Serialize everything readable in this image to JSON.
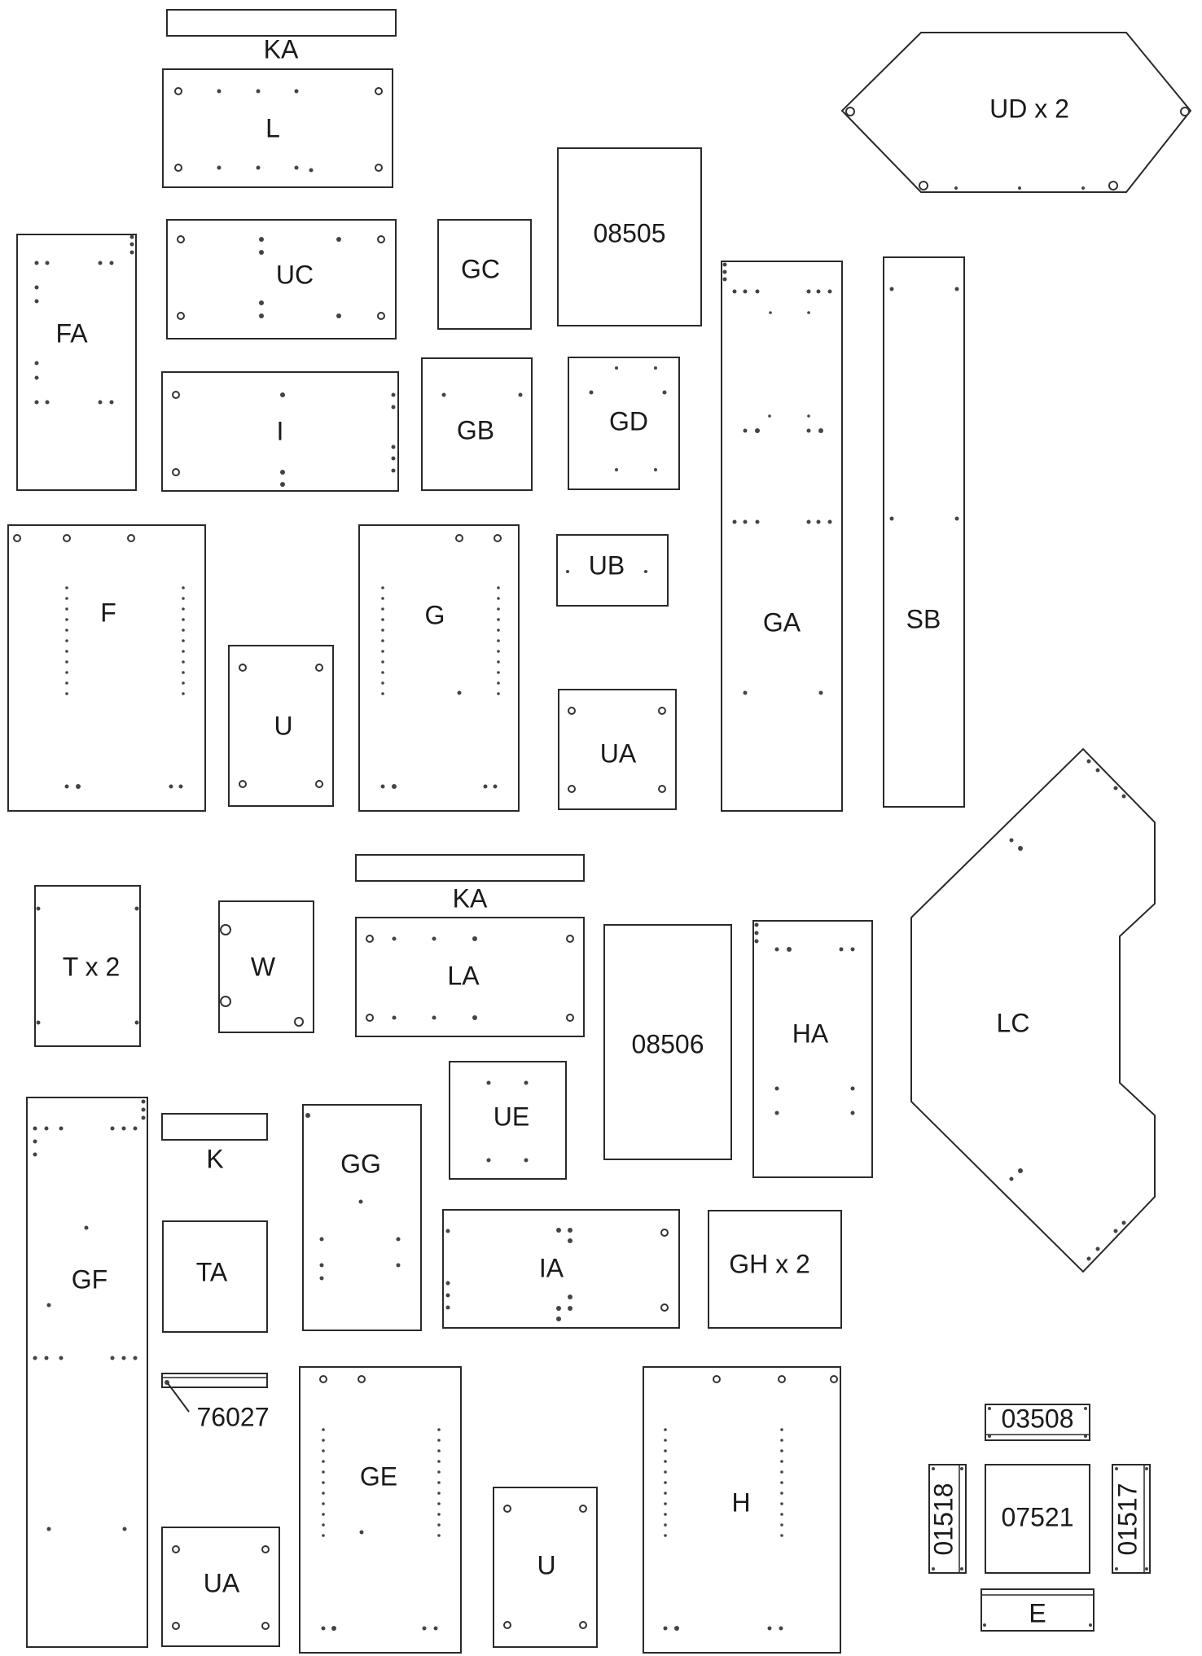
{
  "colors": {
    "line": "#2a2a2a",
    "background": "#ffffff",
    "hole_fill": "#ffffff",
    "dot": "#444444"
  },
  "parts": {
    "KA_top": "KA",
    "L": "L",
    "UD": "UD x 2",
    "UC": "UC",
    "GC": "GC",
    "P08505": "08505",
    "FA": "FA",
    "I": "I",
    "GB": "GB",
    "GD": "GD",
    "GA": "GA",
    "SB": "SB",
    "F": "F",
    "G": "G",
    "UB": "UB",
    "U_top": "U",
    "UA_top": "UA",
    "KA_mid": "KA",
    "T": "T x 2",
    "W": "W",
    "LA": "LA",
    "P08506": "08506",
    "HA": "HA",
    "LC": "LC",
    "UE": "UE",
    "GF": "GF",
    "K": "K",
    "GG": "GG",
    "TA": "TA",
    "IA": "IA",
    "GH": "GH x 2",
    "P76027": "76027",
    "GE": "GE",
    "H": "H",
    "UA_bottom": "UA",
    "U_bottom": "U",
    "P03508": "03508",
    "P07521": "07521",
    "P01518": "01518",
    "P01517": "01517",
    "E": "E"
  }
}
